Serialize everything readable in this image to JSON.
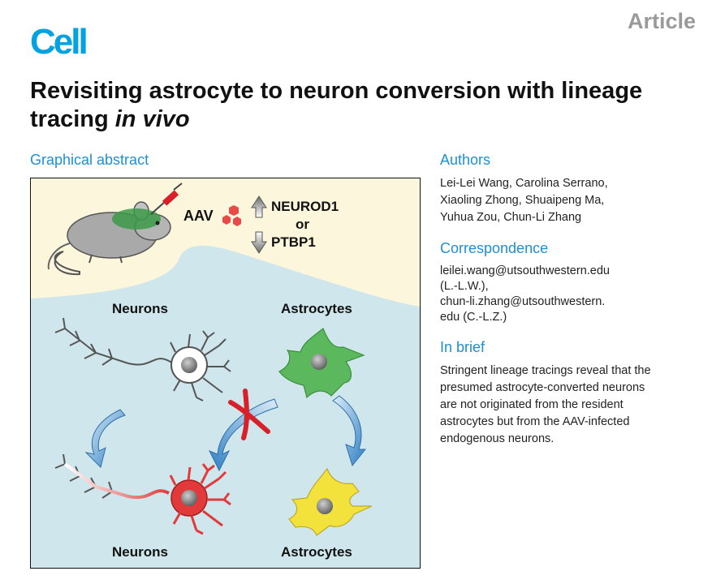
{
  "header": {
    "journal_logo": "Cell",
    "article_type": "Article"
  },
  "title": {
    "main": "Revisiting astrocyte to neuron conversion with lineage tracing ",
    "italic": "in vivo"
  },
  "graphical_abstract": {
    "heading": "Graphical abstract",
    "aav_label": "AAV",
    "gene_up": "NEUROD1",
    "gene_or": "or",
    "gene_down": "PTBP1",
    "top_left_label": "Neurons",
    "top_right_label": "Astrocytes",
    "bottom_left_label": "Neurons",
    "bottom_right_label": "Astrocytes",
    "colors": {
      "cream_bg": "#fbf6dc",
      "blue_bg": "#cfe7ec",
      "astrocyte_green": "#5cb85c",
      "astrocyte_yellow": "#f3e23c",
      "neuron_red": "#e23a3a",
      "cross_red": "#d8202a",
      "arrow_blue": "#3a86c8"
    }
  },
  "authors": {
    "heading": "Authors",
    "lines": [
      "Lei-Lei Wang, Carolina Serrano,",
      "Xiaoling Zhong, Shuaipeng Ma,",
      "Yuhua Zou, Chun-Li Zhang"
    ]
  },
  "correspondence": {
    "heading": "Correspondence",
    "lines": [
      "leilei.wang@utsouthwestern.edu",
      "(L.-L.W.),",
      "chun-li.zhang@utsouthwestern.",
      "edu (C.-L.Z.)"
    ]
  },
  "in_brief": {
    "heading": "In brief",
    "lines": [
      "Stringent lineage tracings reveal that the",
      "presumed astrocyte-converted neurons",
      "are not originated from the resident",
      "astrocytes but from the AAV-infected",
      "endogenous neurons."
    ]
  }
}
